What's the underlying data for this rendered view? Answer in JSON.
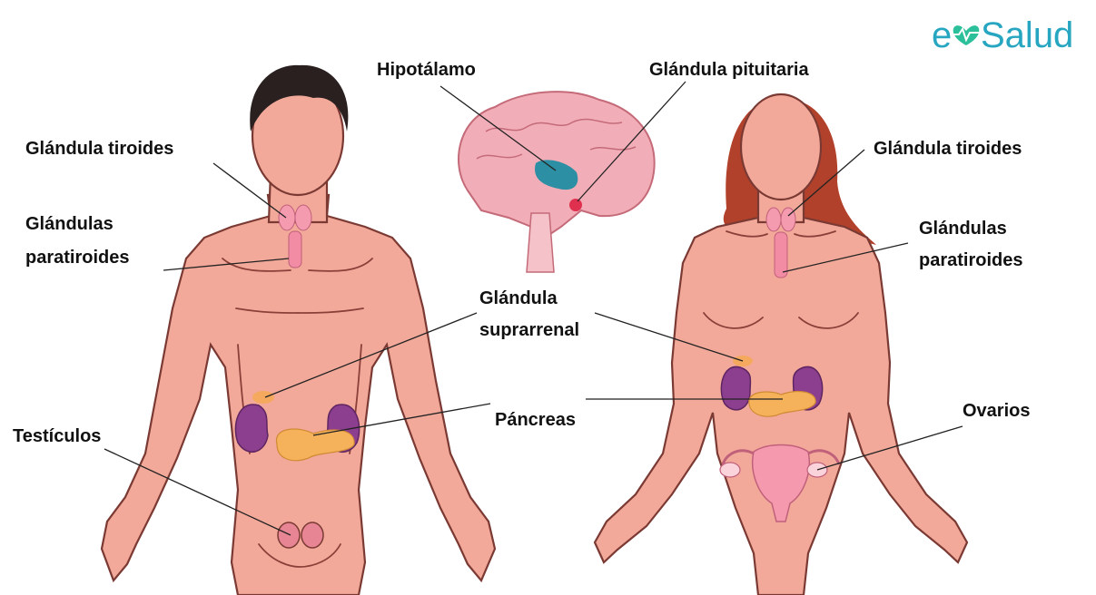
{
  "logo": {
    "prefix": "e",
    "name": "Salud",
    "heart_icon": "heart-pulse-icon",
    "color": "#27a6c1",
    "heart_color": "#2bbf9a"
  },
  "labels": {
    "hipotalamo": "Hipotálamo",
    "pituitaria": "Glándula pituitaria",
    "tiroides_left": "Glándula tiroides",
    "tiroides_right": "Glándula tiroides",
    "paratiroides_left_1": "Glándulas",
    "paratiroides_left_2": "paratiroides",
    "paratiroides_right_1": "Glándulas",
    "paratiroides_right_2": "paratiroides",
    "suprarrenal_1": "Glándula",
    "suprarrenal_2": "suprarrenal",
    "pancreas": "Páncreas",
    "testiculos": "Testículos",
    "ovarios": "Ovarios"
  },
  "colors": {
    "skin": "#f3a99a",
    "outline": "#7a3a33",
    "male_hair": "#2a2020",
    "female_hair": "#b2412b",
    "thyroid": "#f49bb0",
    "kidney": "#8c3e8f",
    "adrenal": "#f4a95f",
    "pancreas": "#f6b25a",
    "brain": "#f2aeb8",
    "hypothalamus": "#2d8fa3"
  }
}
